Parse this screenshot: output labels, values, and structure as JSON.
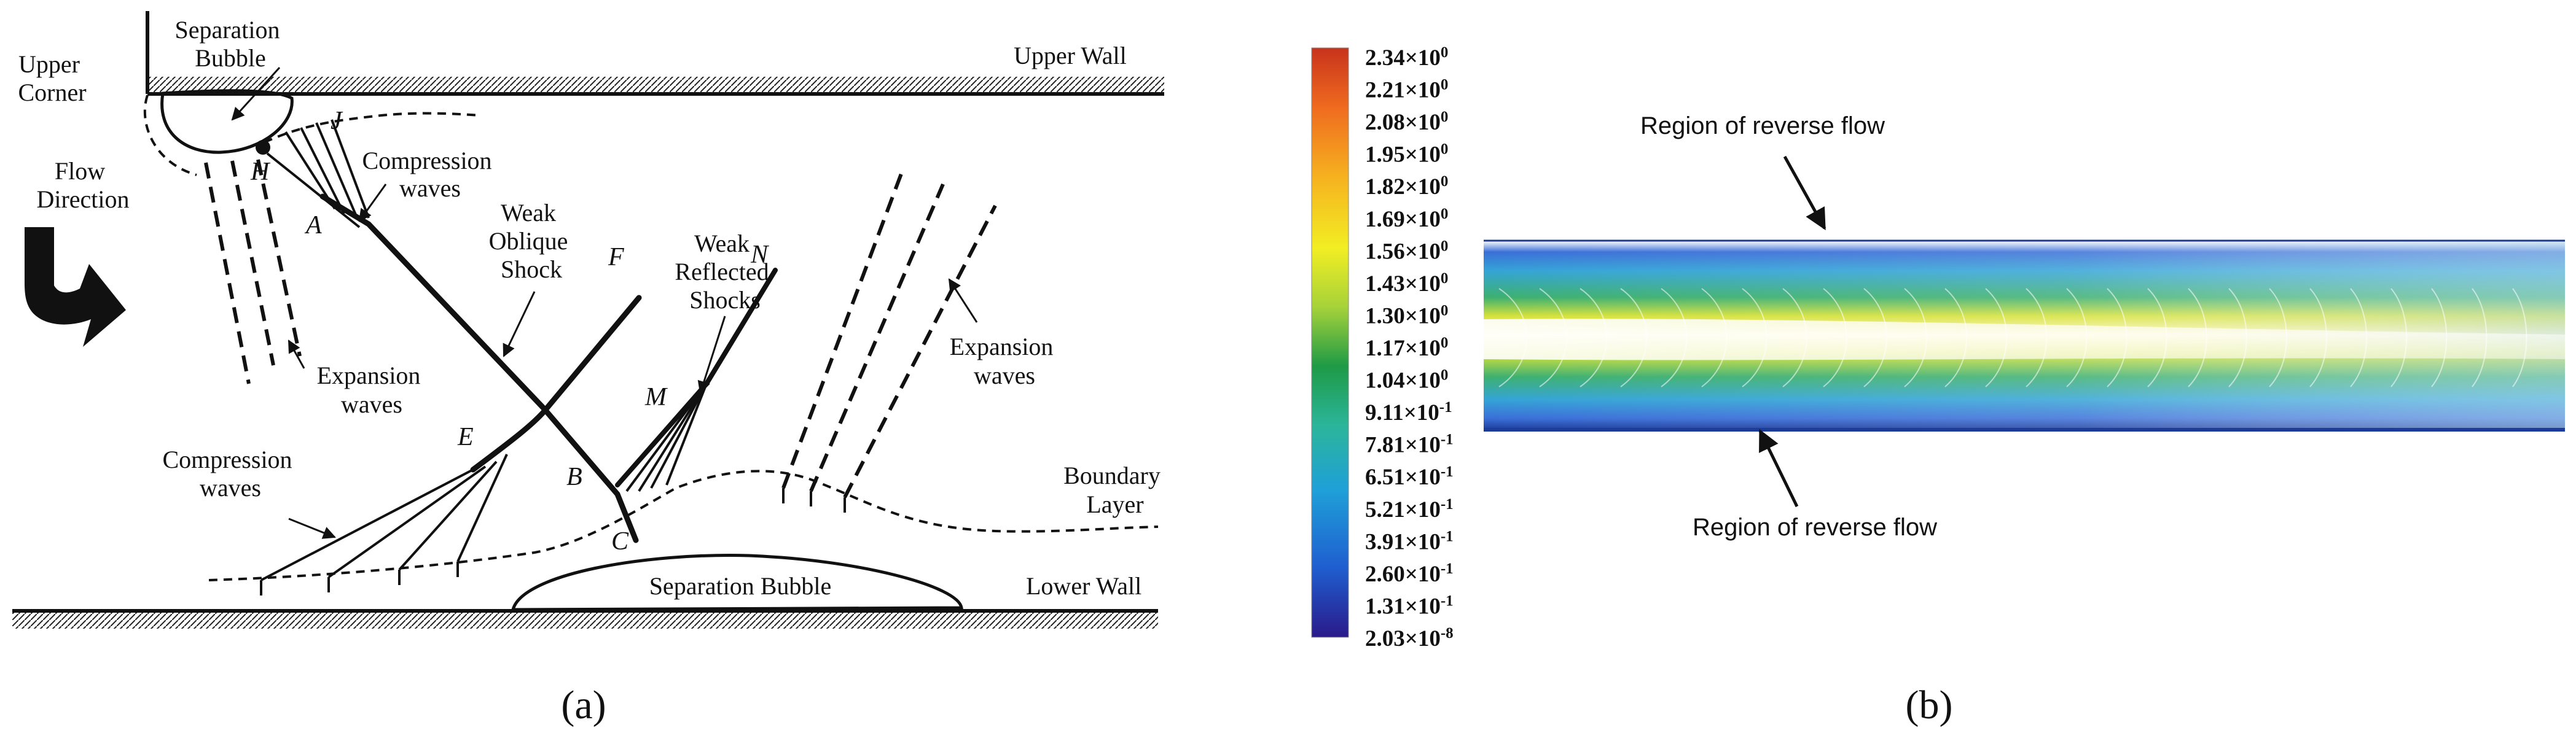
{
  "panel_a": {
    "caption": "(a)",
    "labels": {
      "separation_bubble_top": [
        "Separation",
        "Bubble"
      ],
      "upper_wall": "Upper Wall",
      "upper_corner": [
        "Upper",
        "Corner"
      ],
      "flow_direction": [
        "Flow",
        "Direction"
      ],
      "compression_waves_top": [
        "Compression",
        "waves"
      ],
      "weak_oblique_shock": [
        "Weak",
        "Oblique",
        "Shock"
      ],
      "weak_reflected_shocks": [
        "Weak",
        "Reflected",
        "Shocks"
      ],
      "expansion_waves_left": [
        "Expansion",
        "waves"
      ],
      "expansion_waves_right": [
        "Expansion",
        "waves"
      ],
      "compression_waves_bottom": [
        "Compression",
        "waves"
      ],
      "boundary_layer": [
        "Boundary",
        "Layer"
      ],
      "separation_bubble_bottom": "Separation Bubble",
      "lower_wall": "Lower Wall"
    },
    "points": {
      "H": "H",
      "J": "J",
      "A": "A",
      "F": "F",
      "N": "N",
      "M": "M",
      "E": "E",
      "B": "B",
      "C": "C"
    }
  },
  "panel_b": {
    "caption": "(b)",
    "colorbar": {
      "ticks": [
        {
          "m": "2.34",
          "e": "0"
        },
        {
          "m": "2.21",
          "e": "0"
        },
        {
          "m": "2.08",
          "e": "0"
        },
        {
          "m": "1.95",
          "e": "0"
        },
        {
          "m": "1.82",
          "e": "0"
        },
        {
          "m": "1.69",
          "e": "0"
        },
        {
          "m": "1.56",
          "e": "0"
        },
        {
          "m": "1.43",
          "e": "0"
        },
        {
          "m": "1.30",
          "e": "0"
        },
        {
          "m": "1.17",
          "e": "0"
        },
        {
          "m": "1.04",
          "e": "0"
        },
        {
          "m": "9.11",
          "e": "-1"
        },
        {
          "m": "7.81",
          "e": "-1"
        },
        {
          "m": "6.51",
          "e": "-1"
        },
        {
          "m": "5.21",
          "e": "-1"
        },
        {
          "m": "3.91",
          "e": "-1"
        },
        {
          "m": "2.60",
          "e": "-1"
        },
        {
          "m": "1.31",
          "e": "-1"
        },
        {
          "m": "2.03",
          "e": "-8"
        }
      ],
      "colors": [
        "#2a1a8a",
        "#1f5fd0",
        "#1fa0d8",
        "#2bb59a",
        "#1e9a46",
        "#a6d23a",
        "#f2ee23",
        "#f6b21f",
        "#ef6a1f",
        "#c8331c"
      ]
    },
    "annotations": {
      "reverse_flow_top": "Region of reverse flow",
      "reverse_flow_bottom": "Region of reverse flow"
    }
  }
}
